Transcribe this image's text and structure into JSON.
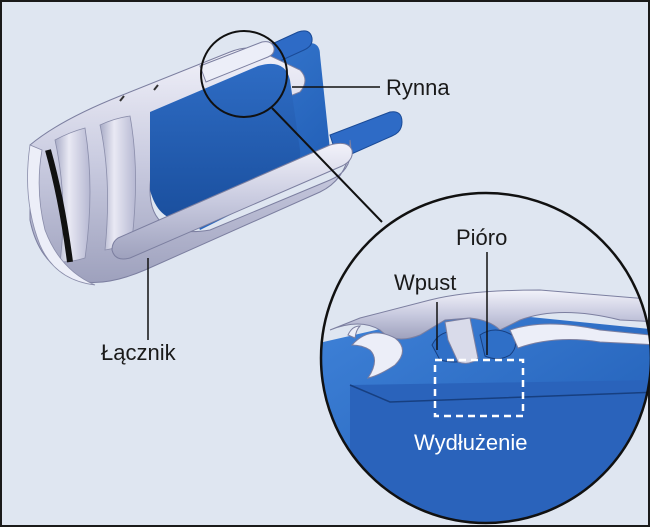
{
  "labels": {
    "rynna": "Rynna",
    "lacznik": "Łącznik",
    "wpust": "Wpust",
    "pioro": "Pióro",
    "wydluzenie": "Wydłużenie"
  },
  "colors": {
    "background": "#dfe6f1",
    "gutter_blue": "#2f6fc7",
    "gutter_dark": "#1d4f9c",
    "connector_silver": "#c9cbe0",
    "connector_light": "#eeeef7",
    "gasket_black": "#111111",
    "frame": "#1a1a1a"
  }
}
